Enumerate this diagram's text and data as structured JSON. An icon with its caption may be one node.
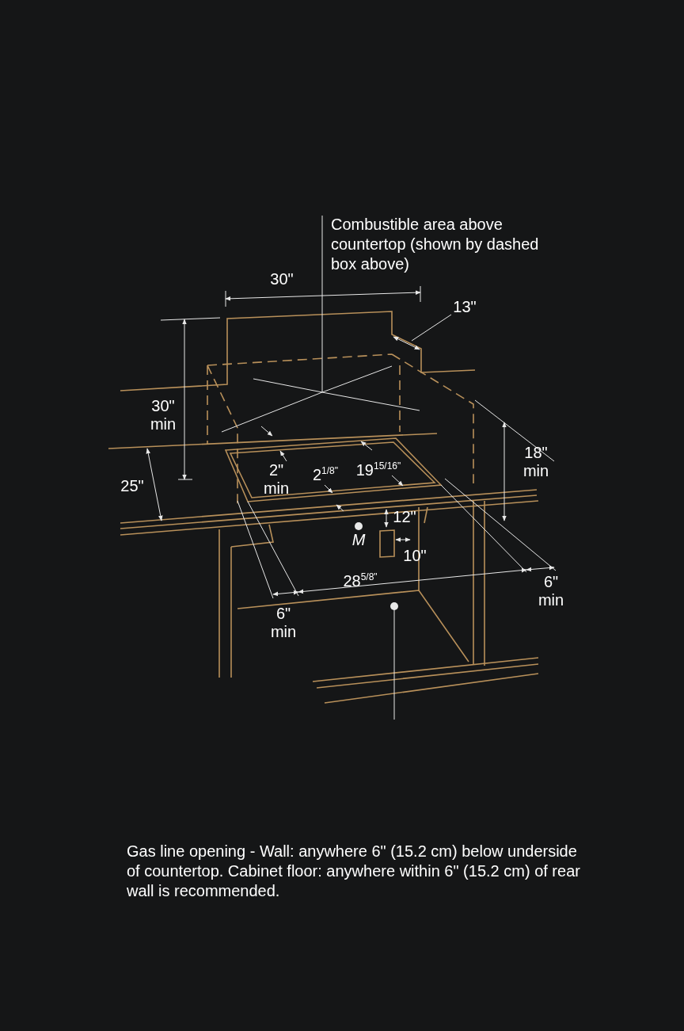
{
  "diagram": {
    "nodes": [
      {
        "text": [
          "Combustible area above countertop (shown by dashed box above)"
        ]
      },
      {
        "text": [],
        "shape": "box"
      }
    ],
    "edges": [
      {
        "from": 0,
        "to": 1,
        "arrow": "none"
      }
    ],
    "labels": [
      "30\"",
      "13\"",
      "30\" min",
      "18\" min",
      "25\"",
      "2\" min",
      "2$^{1/8\"}$",
      "19$^{15/16\"}$",
      "12\"",
      "M",
      "10\"",
      "28$^{5/8\"}$",
      "6\" min",
      "6\" min"
    ],
    "caption": "Gas line opening - Wall: anywhere 6\" (15.2 cm) below underside of countertop. Cabinet floor: anywhere within 6\" (15.2 cm) of rear wall is recommended."
  }
}
